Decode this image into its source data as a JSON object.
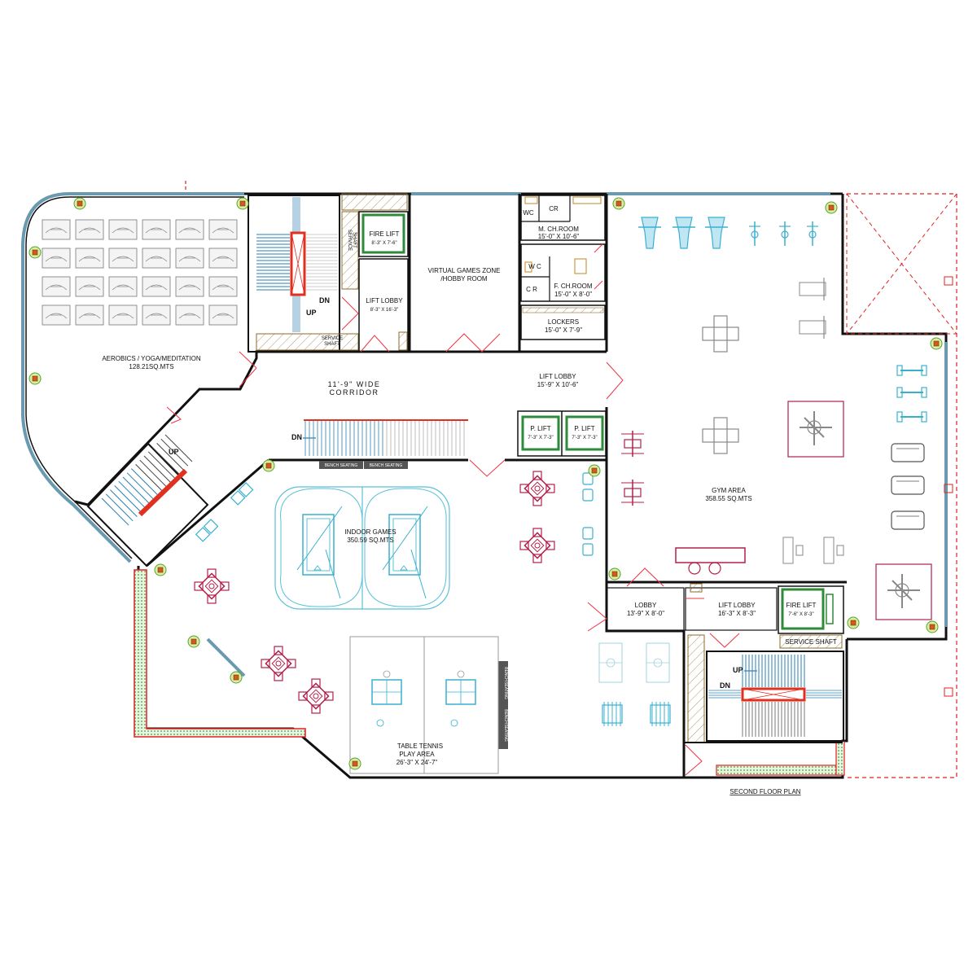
{
  "title": "SECOND FLOOR PLAN",
  "rooms": {
    "aerobics": {
      "name": "AEROBICS / YOGA/MEDITATION",
      "area": "128.21SQ.MTS"
    },
    "corridor": {
      "name": "11'-9\" WIDE",
      "name2": "CORRIDOR"
    },
    "virtual_games": {
      "name": "VIRTUAL GAMES ZONE",
      "name2": "/HOBBY ROOM"
    },
    "fire_lift_north": {
      "name": "FIRE LIFT",
      "size": "8'-3\" X 7'-6\""
    },
    "lift_lobby_north": {
      "name": "LIFT LOBBY",
      "size": "8'-3\" X 16'-3\""
    },
    "service_shaft_vert": {
      "name": "SERVICE",
      "name2": "SHAFT"
    },
    "service_shaft_north": {
      "name": "SERVICE",
      "name2": "SHAFT"
    },
    "wc_top": "WC",
    "cr_top": "CR",
    "m_ch_room": {
      "name": "M. CH.ROOM",
      "size": "15'-0\" X 10'-6\""
    },
    "wc_mid": "W C",
    "cr_mid": "C R",
    "f_ch_room": {
      "name": "F. CH.ROOM",
      "size": "15'-0\" X 8'-0\""
    },
    "lockers": {
      "name": "LOCKERS",
      "size": "15'-0\" X 7'-9\""
    },
    "lift_lobby_east": {
      "name": "LIFT LOBBY",
      "size": "15'-9\" X 10'-6\""
    },
    "p_lift_1": {
      "name": "P. LIFT",
      "size": "7'-3\" X 7'-3\""
    },
    "p_lift_2": {
      "name": "P. LIFT",
      "size": "7'-3\" X 7'-3\""
    },
    "gym": {
      "name": "GYM AREA",
      "area": "358.55 SQ.MTS"
    },
    "indoor_games": {
      "name": "INDOOR GAMES",
      "area": "350.59 SQ.MTS"
    },
    "lobby_south": {
      "name": "LOBBY",
      "size": "13'-9\" X 8'-0\""
    },
    "lift_lobby_south": {
      "name": "LIFT LOBBY",
      "size": "16'-3\" X 8'-3\""
    },
    "fire_lift_south": {
      "name": "FIRE LIFT",
      "size": "7'-6\" X 8'-3\""
    },
    "service_shaft_south": "SERVICE SHAFT",
    "table_tennis": {
      "name": "TABLE TENNIS",
      "name2": "PLAY AREA",
      "size": "26'-3\" X 24'-7\""
    }
  },
  "bench_seating": [
    "BENCH SEATING",
    "BENCH SEATING",
    "BENCH",
    "SEATING",
    "BENCH",
    "SEATING"
  ],
  "stair_marks": {
    "up_north": "UP",
    "dn_north": "DN",
    "up_west": "UP",
    "dn_corridor": "DN",
    "up_south": "UP",
    "dn_south": "DN"
  },
  "colors": {
    "wall": "#111111",
    "glazing": "#6a9ab0",
    "door": "#e33344",
    "stair": "#2a7fb0",
    "lift_frame": "#2e8b3a",
    "furniture_red": "#b0204a",
    "equipment_cyan": "#3ab0d0",
    "equipment_grey": "#888888",
    "planter": "#55aa55",
    "stair_bar": "#e03020",
    "dashed_boundary": "#e02020"
  }
}
